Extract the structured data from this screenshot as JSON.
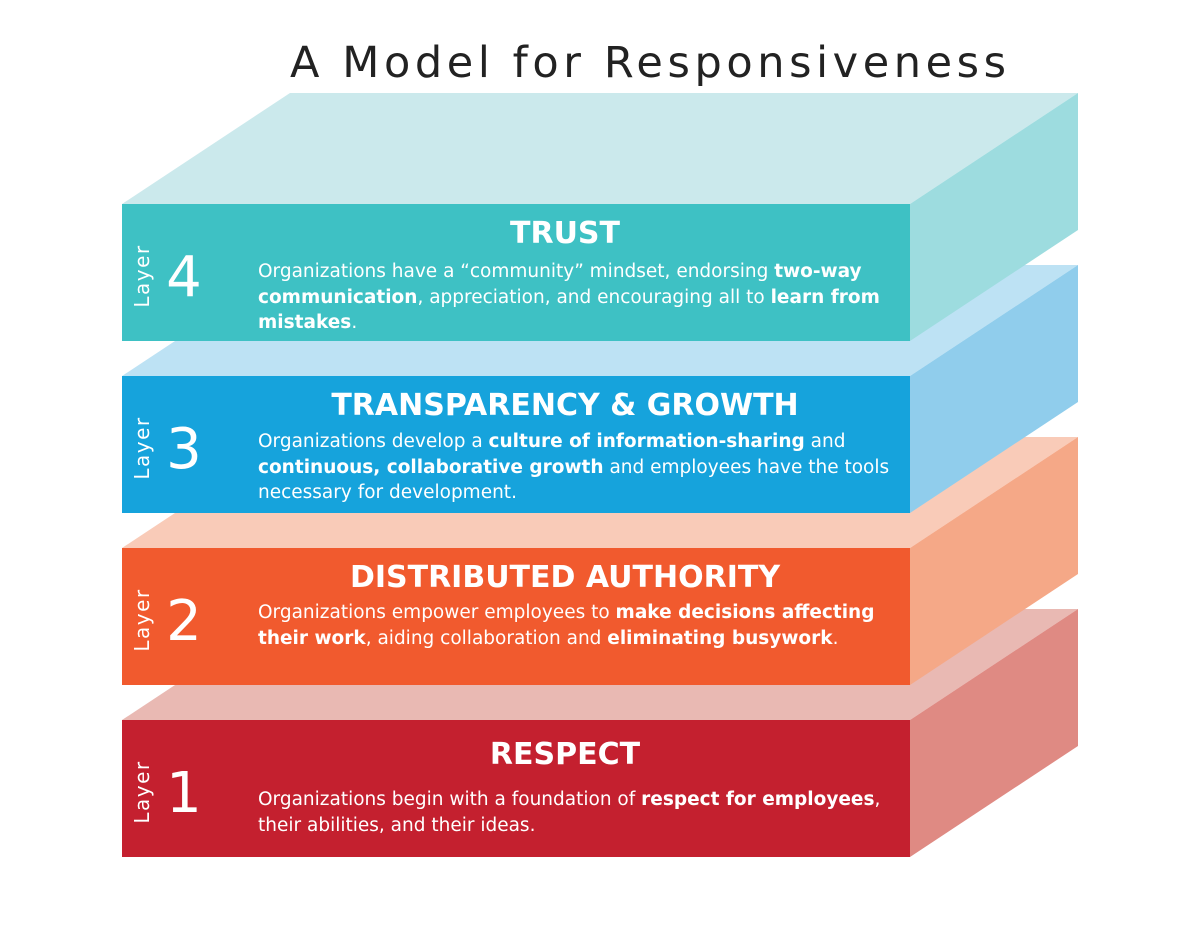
{
  "title": "A Model for Responsiveness",
  "layers": [
    {
      "word": "Layer",
      "number": "4",
      "heading": "TRUST",
      "colors": {
        "front": "#3ec1c4",
        "top": "#cbe9ec",
        "side": "#9ddcdf"
      },
      "description": [
        {
          "text": "Organizations have a “community” mindset, endorsing ",
          "bold": false
        },
        {
          "text": "two-way communication",
          "bold": true
        },
        {
          "text": ", appreciation, and encouraging all to ",
          "bold": false
        },
        {
          "text": "learn from mistakes",
          "bold": true
        },
        {
          "text": ".",
          "bold": false
        }
      ]
    },
    {
      "word": "Layer",
      "number": "3",
      "heading": "TRANSPARENCY & GROWTH",
      "colors": {
        "front": "#16a3dc",
        "top": "#bde2f4",
        "side": "#90cdec"
      },
      "description": [
        {
          "text": "Organizations develop a ",
          "bold": false
        },
        {
          "text": "culture of information-sharing",
          "bold": true
        },
        {
          "text": " and ",
          "bold": false
        },
        {
          "text": "continuous, collaborative growth",
          "bold": true
        },
        {
          "text": " and employees have the tools necessary for development.",
          "bold": false
        }
      ]
    },
    {
      "word": "Layer",
      "number": "2",
      "heading": "DISTRIBUTED AUTHORITY",
      "colors": {
        "front": "#f15a2e",
        "top": "#f9cbb8",
        "side": "#f5a887"
      },
      "description": [
        {
          "text": "Organizations empower employees to ",
          "bold": false
        },
        {
          "text": "make decisions affecting their work",
          "bold": true
        },
        {
          "text": ", aiding collaboration and ",
          "bold": false
        },
        {
          "text": "eliminating busywork",
          "bold": true
        },
        {
          "text": ".",
          "bold": false
        }
      ]
    },
    {
      "word": "Layer",
      "number": "1",
      "heading": "RESPECT",
      "colors": {
        "front": "#c4202f",
        "top": "#e9b9b3",
        "side": "#df8a83"
      },
      "description": [
        {
          "text": "Organizations begin with a foundation of ",
          "bold": false
        },
        {
          "text": "respect for employees",
          "bold": true
        },
        {
          "text": ", their abilities, and their ideas.",
          "bold": false
        }
      ]
    }
  ]
}
